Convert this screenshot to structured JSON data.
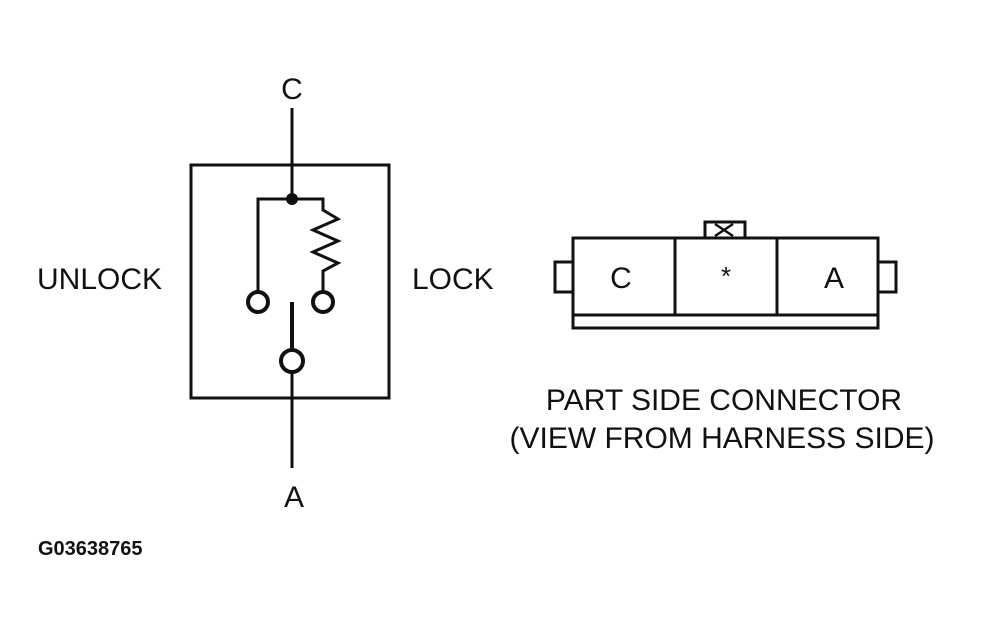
{
  "switch_diagram": {
    "terminal_top": "C",
    "terminal_bottom": "A",
    "left_position": "UNLOCK",
    "right_position": "LOCK"
  },
  "connector": {
    "pins": [
      "C",
      "*",
      "A"
    ],
    "caption_line1": "PART SIDE CONNECTOR",
    "caption_line2": "(VIEW FROM HARNESS SIDE)"
  },
  "figure_id": "G03638765",
  "colors": {
    "ink": "#111111",
    "paper": "#ffffff"
  }
}
